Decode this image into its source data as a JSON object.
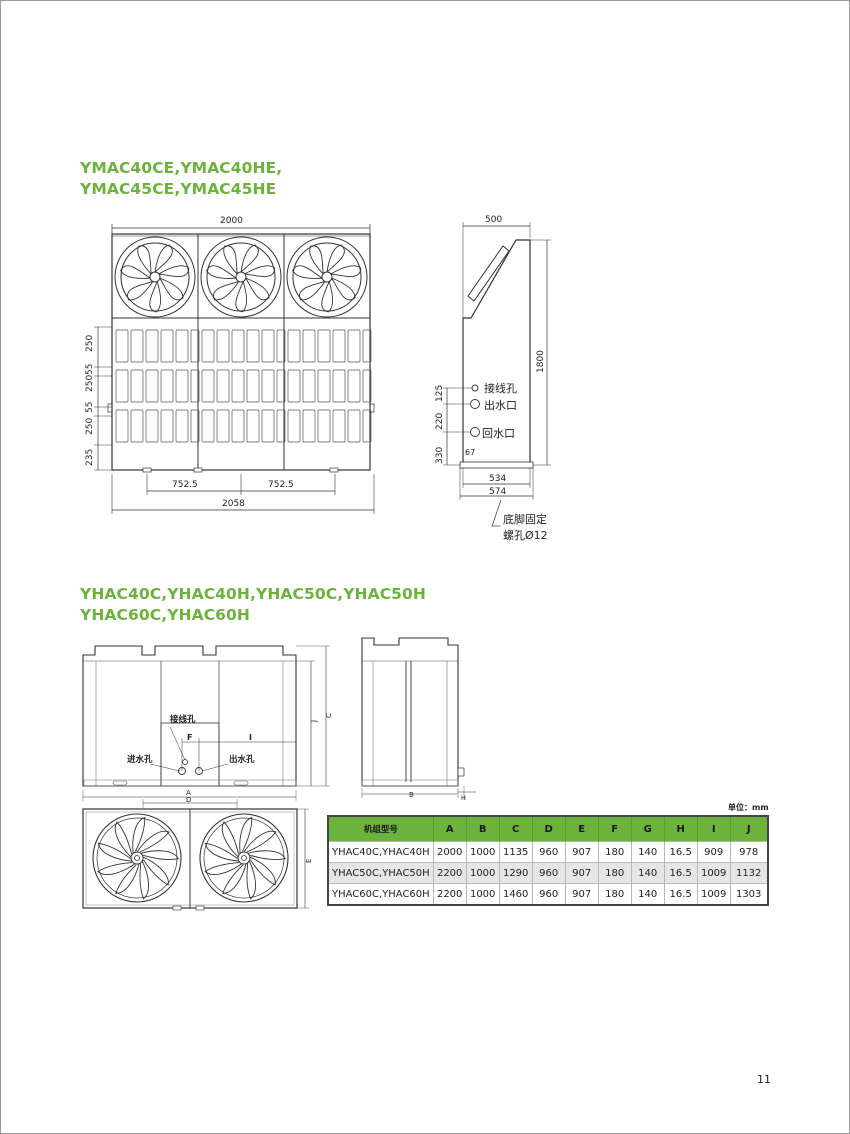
{
  "section1": {
    "title_lines": [
      "YMAC40CE,YMAC40HE,",
      "YMAC45CE,YMAC45HE"
    ],
    "front": {
      "dim_width": "2000",
      "dim_total": "2058",
      "dim_half_left": "752.5",
      "dim_half_right": "752.5",
      "vert_dims": [
        "250",
        "55",
        "250",
        "55",
        "250",
        "235"
      ]
    },
    "side": {
      "dim_top": "500",
      "dim_height": "1800",
      "dim_base1": "534",
      "dim_base2": "574",
      "vert_dims": [
        "125",
        "220",
        "330"
      ],
      "dim_small": "67",
      "label_wiring": "接线孔",
      "label_outlet": "出水口",
      "label_return": "回水口",
      "label_bolt1": "底脚固定",
      "label_bolt2": "螺孔Ø12"
    }
  },
  "section2": {
    "title_lines": [
      "YHAC40C,YHAC40H,YHAC50C,YHAC50H",
      "YHAC60C,YHAC60H"
    ],
    "front": {
      "label_wiring": "接线孔",
      "label_inlet": "进水孔",
      "label_outlet": "出水孔",
      "letter_F": "F",
      "letter_I": "I",
      "letter_J": "J",
      "letter_C": "C",
      "letter_A": "A",
      "letter_D": "D",
      "letter_E": "E"
    },
    "side": {
      "letter_B": "B",
      "letter_H": "H"
    },
    "unit": "单位：mm",
    "table": {
      "headers": [
        "机组型号",
        "A",
        "B",
        "C",
        "D",
        "E",
        "F",
        "G",
        "H",
        "I",
        "J"
      ],
      "rows": [
        [
          "YHAC40C,YHAC40H",
          "2000",
          "1000",
          "1135",
          "960",
          "907",
          "180",
          "140",
          "16.5",
          "909",
          "978"
        ],
        [
          "YHAC50C,YHAC50H",
          "2200",
          "1000",
          "1290",
          "960",
          "907",
          "180",
          "140",
          "16.5",
          "1009",
          "1132"
        ],
        [
          "YHAC60C,YHAC60H",
          "2200",
          "1000",
          "1460",
          "960",
          "907",
          "180",
          "140",
          "16.5",
          "1009",
          "1303"
        ]
      ]
    }
  },
  "page_number": "11"
}
